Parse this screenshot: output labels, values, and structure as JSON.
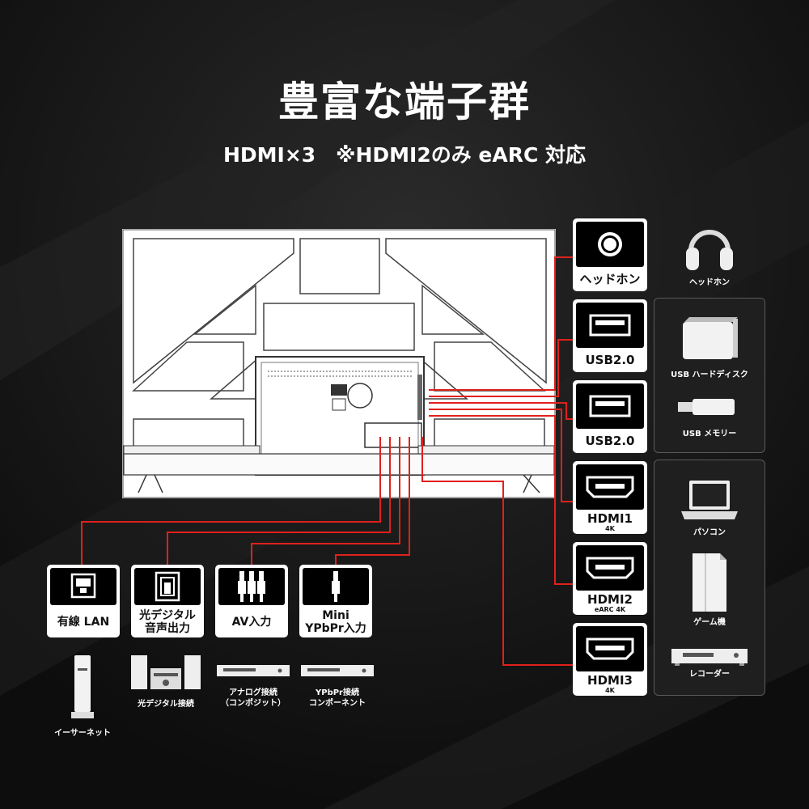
{
  "header": {
    "title": "豊富な端子群",
    "subtitle": "HDMI×3　※HDMI2のみ eARC 対応"
  },
  "right_ports": [
    {
      "label": "ヘッドホン",
      "sub": ""
    },
    {
      "label": "USB2.0",
      "sub": ""
    },
    {
      "label": "USB2.0",
      "sub": ""
    },
    {
      "label": "HDMI1",
      "sub": "4K"
    },
    {
      "label": "HDMI2",
      "sub": "eARC 4K"
    },
    {
      "label": "HDMI3",
      "sub": "4K"
    }
  ],
  "bottom_ports": [
    {
      "label": "有線 LAN"
    },
    {
      "label": "光デジタル\n音声出力"
    },
    {
      "label": "AV入力"
    },
    {
      "label": "Mini\nYPbPr入力"
    }
  ],
  "devices": {
    "headphones": "ヘッドホン",
    "usb_hdd": "USB ハードディスク",
    "usb_memory": "USB メモリー",
    "pc": "パソコン",
    "game": "ゲーム機",
    "recorder": "レコーダー",
    "ethernet": "イーサーネット",
    "optical": "光デジタル接続",
    "analog": "アナログ接続\n（コンポジット）",
    "ypbpr": "YPbPr接続\nコンポーネント"
  },
  "colors": {
    "accent": "#e0201c",
    "background": "#141414"
  }
}
